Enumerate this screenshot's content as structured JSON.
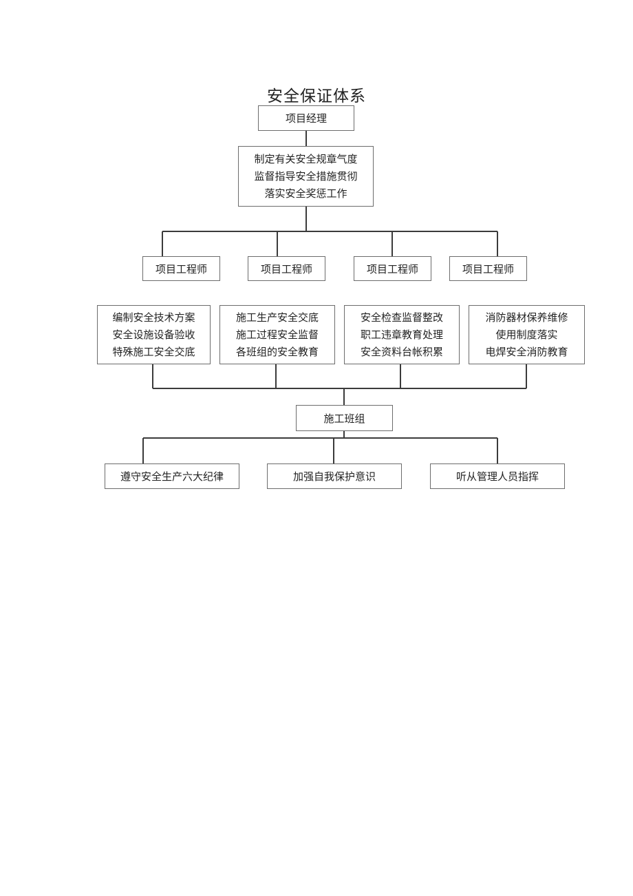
{
  "title": "安全保证体系",
  "manager": "项目经理",
  "manager_duties": [
    "制定有关安全规章气度",
    "监督指导安全措施贯彻",
    "落实安全奖惩工作"
  ],
  "engineers": [
    "项目工程师",
    "项目工程师",
    "项目工程师",
    "项目工程师"
  ],
  "engineer_duties": [
    [
      "编制安全技术方案",
      "安全设施设备验收",
      "特殊施工安全交底"
    ],
    [
      "施工生产安全交底",
      "施工过程安全监督",
      "各班组的安全教育"
    ],
    [
      "安全检查监督整改",
      "职工违章教育处理",
      "安全资料台帐积累"
    ],
    [
      "消防器材保养维修",
      "使用制度落实",
      "电焊安全消防教育"
    ]
  ],
  "team": "施工班组",
  "team_duties": [
    "遵守安全生产六大纪律",
    "加强自我保护意识",
    "听从管理人员指挥"
  ]
}
